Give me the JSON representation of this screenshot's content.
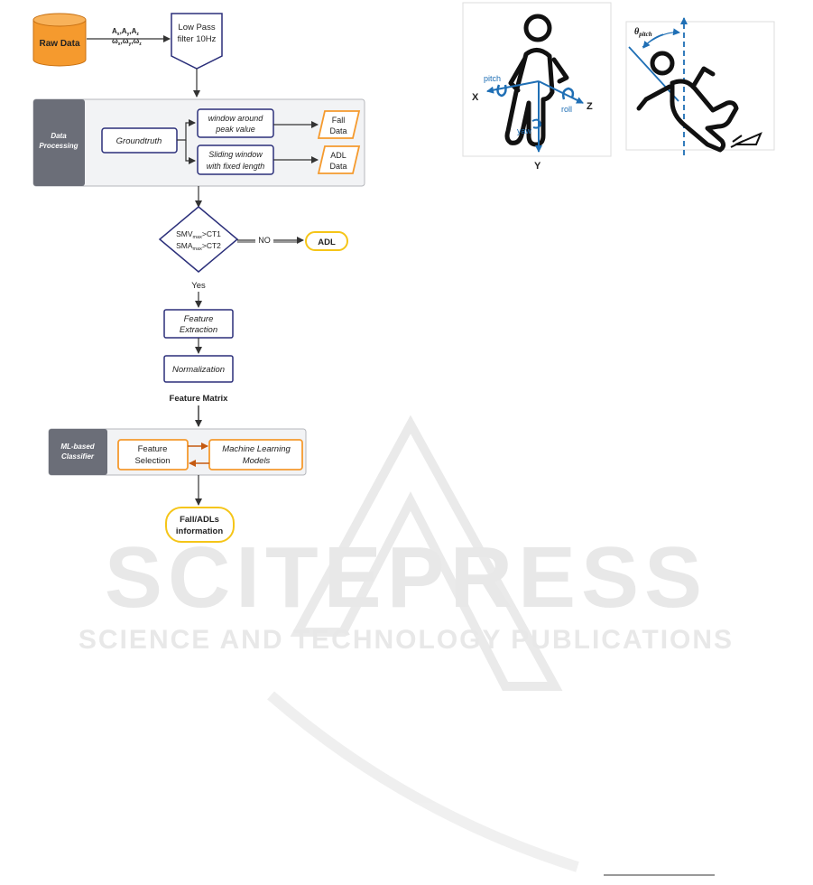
{
  "flowchart": {
    "raw_data": "Raw Data",
    "signals_line1": "A",
    "signals": {
      "line1": [
        [
          "A",
          "x"
        ],
        [
          "A",
          "y"
        ],
        [
          "A",
          "z"
        ]
      ],
      "line2": [
        [
          "ω",
          "x"
        ],
        [
          "ω",
          "y"
        ],
        [
          "ω",
          "z"
        ]
      ]
    },
    "low_pass": [
      "Low Pass",
      "filter 10Hz"
    ],
    "data_processing": [
      "Data",
      "Processing"
    ],
    "groundtruth": "Groundtruth",
    "window_peak": [
      "window around",
      "peak value"
    ],
    "sliding_window": [
      "Sliding window",
      "with fixed length"
    ],
    "fall_data": [
      "Fall",
      "Data"
    ],
    "adl_data": [
      "ADL",
      "Data"
    ],
    "decision": {
      "line1_main": "SMV",
      "line1_sub": "max",
      "line1_rest": ">CT1",
      "line2_main": "SMA",
      "line2_sub": "max",
      "line2_rest": ">CT2"
    },
    "no_label": "NO",
    "adl": "ADL",
    "yes_label": "Yes",
    "feature_extraction": [
      "Feature",
      "Extraction"
    ],
    "normalization": "Normalization",
    "feature_matrix": "Feature Matrix",
    "ml_classifier": [
      "ML-based",
      "Classifier"
    ],
    "feature_selection": [
      "Feature",
      "Selection"
    ],
    "ml_models": [
      "Machine Learning",
      "Models"
    ],
    "output": [
      "Fall/ADLs",
      "information"
    ]
  },
  "axes_figure": {
    "x": "X",
    "y": "Y",
    "z": "Z",
    "pitch": "pitch",
    "roll": "roll",
    "yaw": "yaw",
    "theta": "θ",
    "theta_sub": "pitch"
  },
  "watermark": {
    "line1": "SCITEPRESS",
    "line2": "SCIENCE AND TECHNOLOGY PUBLICATIONS"
  },
  "colors": {
    "orange": "#f59a2e",
    "navy": "#2b2f7a",
    "gray_band": "#6b6e78",
    "panel": "#f2f3f5",
    "yellow": "#f5c518",
    "blue": "#1f6fb5",
    "watermark": "#e6e6e6"
  }
}
